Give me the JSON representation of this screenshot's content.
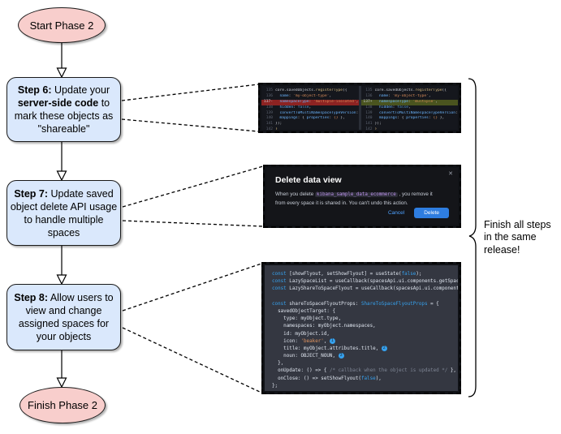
{
  "flow": {
    "start_label": "Start Phase 2",
    "finish_label": "Finish Phase 2",
    "note": "Finish all steps in the same release!",
    "steps": [
      {
        "rich": [
          {
            "t": "Step 6:",
            "b": 1
          },
          {
            "t": " Update your ",
            "b": 0
          },
          {
            "t": "server-side code",
            "b": 1
          },
          {
            "t": " to mark these objects as \"shareable\"",
            "b": 0
          }
        ]
      },
      {
        "rich": [
          {
            "t": "Step 7:",
            "b": 1
          },
          {
            "t": " Update saved object delete API usage to handle multiple spaces",
            "b": 0
          }
        ]
      },
      {
        "rich": [
          {
            "t": "Step 8:",
            "b": 1
          },
          {
            "t": " Allow users to view and change assigned spaces for your objects",
            "b": 0
          }
        ]
      }
    ]
  },
  "diff": {
    "left_lines": [
      {
        "n": "135",
        "s": "",
        "h": "",
        "tk": [
          {
            "c": "pl",
            "t": "core.savedObjects."
          },
          {
            "c": "fn",
            "t": "registerType"
          },
          {
            "c": "pl",
            "t": "({"
          }
        ]
      },
      {
        "n": "136",
        "s": "",
        "h": "",
        "tk": [
          {
            "c": "pr",
            "t": "  name"
          },
          {
            "c": "pl",
            "t": ": "
          },
          {
            "c": "st",
            "t": "'my-object-type'"
          },
          {
            "c": "pl",
            "t": ","
          }
        ]
      },
      {
        "n": "137",
        "s": "-",
        "h": "del",
        "tk": [
          {
            "c": "pr",
            "t": "  namespaceType"
          },
          {
            "c": "pl",
            "t": ": "
          },
          {
            "c": "st",
            "t": "'multiple-isolated'"
          },
          {
            "c": "pl",
            "t": ","
          }
        ]
      },
      {
        "n": "138",
        "s": "",
        "h": "",
        "tk": [
          {
            "c": "pr",
            "t": "  hidden"
          },
          {
            "c": "pl",
            "t": ": "
          },
          {
            "c": "kw",
            "t": "false"
          },
          {
            "c": "pl",
            "t": ","
          }
        ]
      },
      {
        "n": "139",
        "s": "",
        "h": "",
        "tk": [
          {
            "c": "pr",
            "t": "  convertToMultiNamespaceTypeVersion"
          },
          {
            "c": "pl",
            "t": ": "
          }
        ]
      },
      {
        "n": "140",
        "s": "",
        "h": "",
        "tk": [
          {
            "c": "pr",
            "t": "  mappings"
          },
          {
            "c": "pl",
            "t": ": { "
          },
          {
            "c": "pr",
            "t": "properties"
          },
          {
            "c": "pl",
            "t": ": "
          },
          {
            "c": "st",
            "t": "{}"
          },
          {
            "c": "pl",
            "t": " },"
          }
        ]
      },
      {
        "n": "141",
        "s": "",
        "h": "",
        "tk": [
          {
            "c": "pl",
            "t": "});"
          }
        ]
      },
      {
        "n": "142",
        "s": "",
        "h": "",
        "tk": [
          {
            "c": "fn",
            "t": "}"
          }
        ]
      }
    ],
    "right_lines": [
      {
        "n": "135",
        "s": "",
        "h": "",
        "tk": [
          {
            "c": "pl",
            "t": "core.savedObjects."
          },
          {
            "c": "fn",
            "t": "registerType"
          },
          {
            "c": "pl",
            "t": "({"
          }
        ]
      },
      {
        "n": "136",
        "s": "",
        "h": "",
        "tk": [
          {
            "c": "pr",
            "t": "  name"
          },
          {
            "c": "pl",
            "t": ": "
          },
          {
            "c": "st",
            "t": "'my-object-type'"
          },
          {
            "c": "pl",
            "t": ","
          }
        ]
      },
      {
        "n": "137",
        "s": "+",
        "h": "add",
        "tk": [
          {
            "c": "pr",
            "t": "  namespaceType"
          },
          {
            "c": "pl",
            "t": ": "
          },
          {
            "c": "st",
            "t": "'multiple'"
          },
          {
            "c": "pl",
            "t": ","
          }
        ]
      },
      {
        "n": "138",
        "s": "",
        "h": "",
        "tk": [
          {
            "c": "pr",
            "t": "  hidden"
          },
          {
            "c": "pl",
            "t": ": "
          },
          {
            "c": "kw",
            "t": "false"
          },
          {
            "c": "pl",
            "t": ","
          }
        ]
      },
      {
        "n": "139",
        "s": "",
        "h": "",
        "tk": [
          {
            "c": "pr",
            "t": "  convertToMultiNamespaceTypeVersion"
          },
          {
            "c": "pl",
            "t": ": "
          }
        ]
      },
      {
        "n": "140",
        "s": "",
        "h": "",
        "tk": [
          {
            "c": "pr",
            "t": "  mappings"
          },
          {
            "c": "pl",
            "t": ": { "
          },
          {
            "c": "pr",
            "t": "properties"
          },
          {
            "c": "pl",
            "t": ": "
          },
          {
            "c": "st",
            "t": "{}"
          },
          {
            "c": "pl",
            "t": " },"
          }
        ]
      },
      {
        "n": "141",
        "s": "",
        "h": "",
        "tk": [
          {
            "c": "pl",
            "t": "});"
          }
        ]
      },
      {
        "n": "142",
        "s": "",
        "h": "",
        "tk": [
          {
            "c": "fn",
            "t": "}"
          }
        ]
      }
    ]
  },
  "modal": {
    "title": "Delete data view",
    "close_icon": "✕",
    "body_pre": "When you delete ",
    "code": "kibana_sample_data_ecommerce",
    "body_post": " , you remove it from every space it is shared in. You can't undo this action.",
    "cancel_label": "Cancel",
    "delete_label": "Delete"
  },
  "code_block": {
    "lines": [
      [
        {
          "c": "ck",
          "t": "const"
        },
        {
          "c": "cp",
          "t": " [showFlyout, setShowFlyout] = useState("
        },
        {
          "c": "ck",
          "t": "false"
        },
        {
          "c": "cp",
          "t": ");"
        }
      ],
      [
        {
          "c": "ck",
          "t": "const"
        },
        {
          "c": "cp",
          "t": " LazySpaceList = useCallback(spacesApi.ui.components.getSpaceLis"
        }
      ],
      [
        {
          "c": "ck",
          "t": "const"
        },
        {
          "c": "cp",
          "t": " LazyShareToSpaceFlyout = useCallback(spacesApi.ui.components.ge"
        }
      ],
      [],
      [
        {
          "c": "ck",
          "t": "const"
        },
        {
          "c": "cp",
          "t": " shareToSpaceFlyoutProps: "
        },
        {
          "c": "ck",
          "t": "ShareToSpaceFlyoutProps"
        },
        {
          "c": "cp",
          "t": " = {"
        }
      ],
      [
        {
          "c": "cp",
          "t": "  savedObjectTarget: {"
        }
      ],
      [
        {
          "c": "cp",
          "t": "    type: myObject.type,"
        }
      ],
      [
        {
          "c": "cp",
          "t": "    namespaces: myObject.namespaces,"
        }
      ],
      [
        {
          "c": "cp",
          "t": "    id: myObject.id,"
        }
      ],
      [
        {
          "c": "cp",
          "t": "    icon: "
        },
        {
          "c": "cs",
          "t": "'beaker'"
        },
        {
          "c": "cp",
          "t": ", "
        },
        {
          "badge": "1"
        }
      ],
      [
        {
          "c": "cp",
          "t": "    title: myObject.attributes.title, "
        },
        {
          "badge": "2"
        }
      ],
      [
        {
          "c": "cp",
          "t": "    noun: OBJECT_NOUN, "
        },
        {
          "badge": "3"
        }
      ],
      [
        {
          "c": "cp",
          "t": "  },"
        }
      ],
      [
        {
          "c": "cp",
          "t": "  onUpdate: () => { "
        },
        {
          "c": "cc",
          "t": "/* callback when the object is updated */"
        },
        {
          "c": "cp",
          "t": " },"
        }
      ],
      [
        {
          "c": "cp",
          "t": "  onClose: () => setShowFlyout("
        },
        {
          "c": "ck",
          "t": "false"
        },
        {
          "c": "cp",
          "t": "),"
        }
      ],
      [
        {
          "c": "cp",
          "t": "};"
        }
      ]
    ]
  }
}
